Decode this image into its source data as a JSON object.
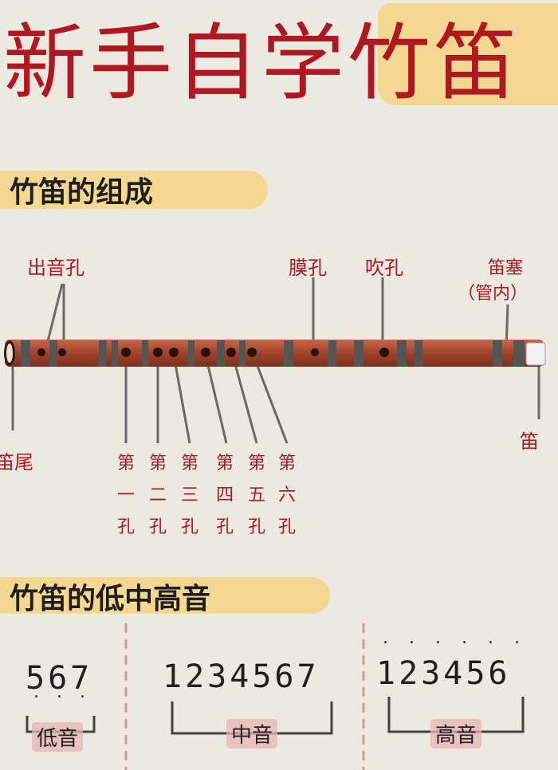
{
  "title": {
    "main": "新手自学",
    "highlight": "竹笛"
  },
  "section1": {
    "title": "竹笛的组成",
    "labels": {
      "outlet_holes": "出音孔",
      "membrane_hole": "膜孔",
      "blow_hole": "吹孔",
      "plug_line1": "笛塞",
      "plug_line2": "（管内）",
      "tail": "笛尾",
      "head": "笛"
    },
    "finger_holes": [
      {
        "line1": "第",
        "line2": "一",
        "line3": "孔"
      },
      {
        "line1": "第",
        "line2": "二",
        "line3": "孔"
      },
      {
        "line1": "第",
        "line2": "三",
        "line3": "孔"
      },
      {
        "line1": "第",
        "line2": "四",
        "line3": "孔"
      },
      {
        "line1": "第",
        "line2": "五",
        "line3": "孔"
      },
      {
        "line1": "第",
        "line2": "六",
        "line3": "孔"
      }
    ]
  },
  "section2": {
    "title": "竹笛的低中高音",
    "low": {
      "notes": "567",
      "dots_below": "...",
      "label": "低音"
    },
    "mid": {
      "notes": "1234567",
      "label": "中音"
    },
    "high": {
      "notes": "123456",
      "dots_above": "......",
      "label": "高音"
    }
  },
  "colors": {
    "accent": "#b0181f",
    "highlight": "#f4d891",
    "flute": "#a0442e"
  }
}
